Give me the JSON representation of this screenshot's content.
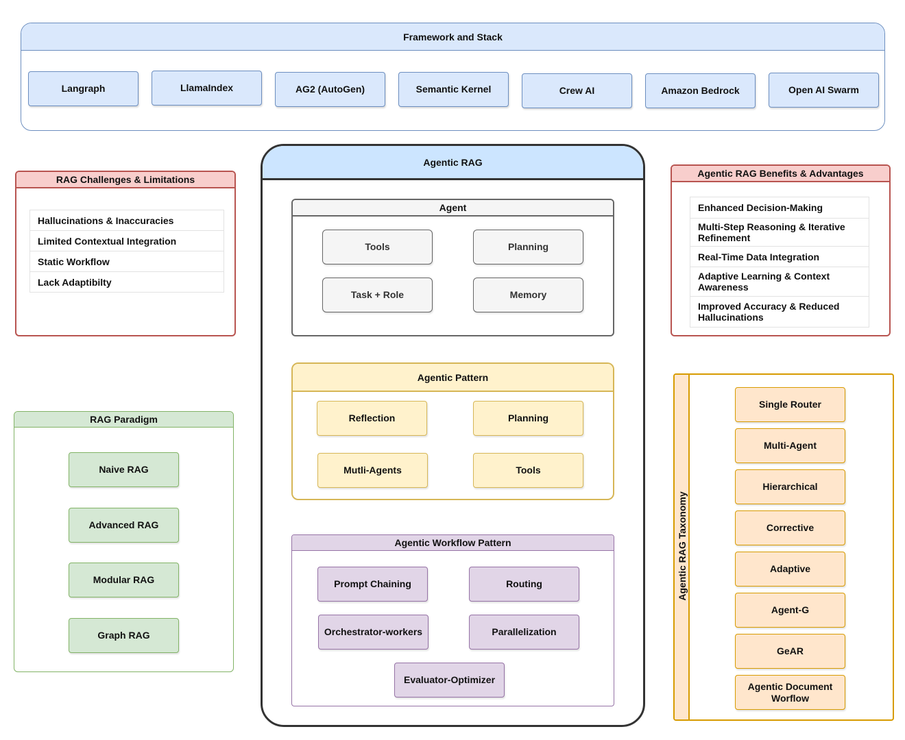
{
  "framework": {
    "title": "Framework and Stack",
    "items": [
      "Langraph",
      "LlamaIndex",
      "AG2 (AutoGen)",
      "Semantic Kernel",
      "Crew AI",
      "Amazon Bedrock",
      "Open AI Swarm"
    ]
  },
  "challenges": {
    "title": "RAG Challenges & Limitations",
    "items": [
      "Hallucinations & Inaccuracies",
      "Limited Contextual Integration",
      "Static Workflow",
      "Lack Adaptibilty"
    ]
  },
  "benefits": {
    "title": "Agentic RAG Benefits & Advantages",
    "items": [
      "Enhanced Decision-Making",
      "Multi-Step Reasoning & Iterative Refinement",
      "Real-Time Data Integration",
      "Adaptive Learning & Context Awareness",
      "Improved Accuracy & Reduced Hallucinations"
    ]
  },
  "paradigm": {
    "title": "RAG Paradigm",
    "items": [
      "Naive RAG",
      "Advanced RAG",
      "Modular RAG",
      "Graph RAG"
    ]
  },
  "agentic_rag": {
    "title": "Agentic RAG",
    "agent": {
      "title": "Agent",
      "items": [
        "Tools",
        "Planning",
        "Task + Role",
        "Memory"
      ]
    },
    "pattern": {
      "title": "Agentic Pattern",
      "items": [
        "Reflection",
        "Planning",
        "Mutli-Agents",
        "Tools"
      ]
    },
    "workflow": {
      "title": "Agentic Workflow Pattern",
      "items": [
        "Prompt Chaining",
        "Routing",
        "Orchestrator-workers",
        "Parallelization",
        "Evaluator-Optimizer"
      ]
    }
  },
  "taxonomy": {
    "title": "Agentic RAG Taxonomy",
    "items": [
      "Single Router",
      "Multi-Agent",
      "Hierarchical",
      "Corrective",
      "Adaptive",
      "Agent-G",
      "GeAR",
      "Agentic Document Worflow"
    ]
  },
  "colors": {
    "blue_fill": "#dae8fc",
    "blue_stroke": "#6c8ebf",
    "red_fill": "#f8cecc",
    "red_stroke": "#b85450",
    "green_fill": "#d5e8d4",
    "green_stroke": "#82b366",
    "yellow_fill": "#fff2cc",
    "yellow_stroke": "#d6b656",
    "purple_fill": "#e1d5e7",
    "purple_stroke": "#9673a6",
    "orange_fill": "#ffe6cc",
    "orange_stroke": "#d79b00",
    "grey_fill": "#f5f5f5",
    "grey_stroke": "#666666",
    "header_blue": "#cce5ff"
  }
}
